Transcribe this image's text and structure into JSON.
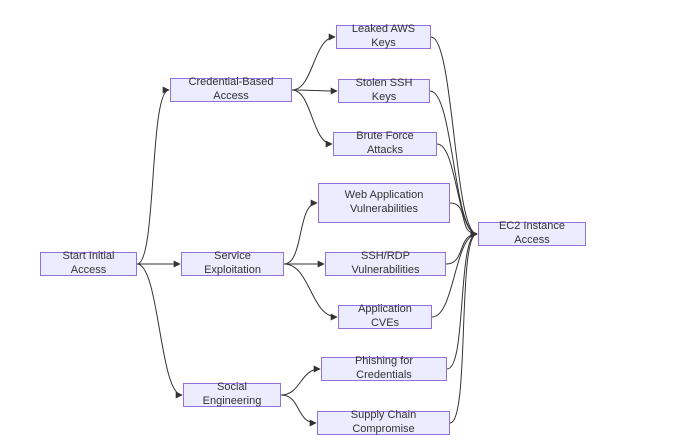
{
  "diagram": {
    "type": "flowchart",
    "direction": "LR",
    "colors": {
      "node_fill": "#ECECFF",
      "node_border": "#9370DB",
      "node_text": "#333333",
      "edge": "#333333",
      "background": "#ffffff"
    },
    "nodes": {
      "start": {
        "label": "Start Initial Access"
      },
      "cred": {
        "label": "Credential-Based Access"
      },
      "service": {
        "label": "Service Exploitation"
      },
      "social": {
        "label": "Social Engineering"
      },
      "leaked": {
        "label": "Leaked AWS Keys"
      },
      "stolen": {
        "label": "Stolen SSH Keys"
      },
      "brute": {
        "label": "Brute Force Attacks"
      },
      "webapp": {
        "label": "Web Application Vulnerabilities"
      },
      "sshrdp": {
        "label": "SSH/RDP Vulnerabilities"
      },
      "cves": {
        "label": "Application CVEs"
      },
      "phishing": {
        "label": "Phishing for Credentials"
      },
      "supply": {
        "label": "Supply Chain Compromise"
      },
      "ec2": {
        "label": "EC2 Instance Access"
      }
    },
    "edges": [
      {
        "from": "start",
        "to": "cred"
      },
      {
        "from": "start",
        "to": "service"
      },
      {
        "from": "start",
        "to": "social"
      },
      {
        "from": "cred",
        "to": "leaked"
      },
      {
        "from": "cred",
        "to": "stolen"
      },
      {
        "from": "cred",
        "to": "brute"
      },
      {
        "from": "service",
        "to": "webapp"
      },
      {
        "from": "service",
        "to": "sshrdp"
      },
      {
        "from": "service",
        "to": "cves"
      },
      {
        "from": "social",
        "to": "phishing"
      },
      {
        "from": "social",
        "to": "supply"
      },
      {
        "from": "leaked",
        "to": "ec2"
      },
      {
        "from": "stolen",
        "to": "ec2"
      },
      {
        "from": "brute",
        "to": "ec2"
      },
      {
        "from": "webapp",
        "to": "ec2"
      },
      {
        "from": "sshrdp",
        "to": "ec2"
      },
      {
        "from": "cves",
        "to": "ec2"
      },
      {
        "from": "phishing",
        "to": "ec2"
      },
      {
        "from": "supply",
        "to": "ec2"
      }
    ]
  }
}
